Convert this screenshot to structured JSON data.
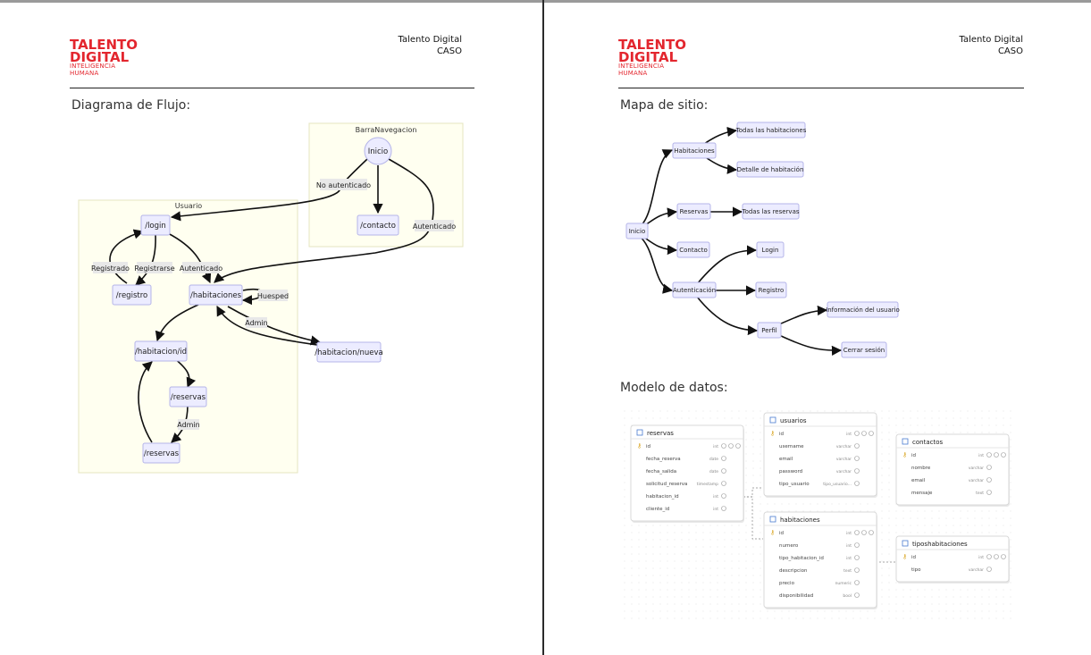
{
  "header": {
    "logo": {
      "line1": "TALENTO",
      "line2": "DIGITAL",
      "line3": "INTELIGENCIA",
      "line4": "HUMANA"
    },
    "company": "Talento Digital",
    "doc": "CASO"
  },
  "left_page": {
    "title": "Diagrama de Flujo:",
    "clusters": {
      "nav": "BarraNavegacion",
      "user": "Usuario"
    },
    "nodes": {
      "inicio": "Inicio",
      "contacto": "/contacto",
      "login": "/login",
      "registro": "/registro",
      "habitaciones": "/habitaciones",
      "habitacion_nueva": "/habitacion/nueva",
      "habitacion_id": "/habitacion/id",
      "reservas1": "/reservas",
      "reservas2": "/reservas"
    },
    "edges": {
      "no_autenticado": "No autenticado",
      "autenticado_nav": "Autenticado",
      "registrado": "Registrado",
      "registrarse": "Registrarse",
      "autenticado_user": "Autenticado",
      "huesped": "Huesped",
      "admin1": "Admin",
      "admin2": "Admin"
    }
  },
  "right_page": {
    "sitemap_title": "Mapa de sitio:",
    "sitemap": {
      "inicio": "Inicio",
      "habitaciones": "Habitaciones",
      "todas_habitaciones": "Todas las habitaciones",
      "detalle_habitacion": "Detalle de habitación",
      "reservas": "Reservas",
      "todas_reservas": "Todas las reservas",
      "contacto": "Contacto",
      "autenticacion": "Autenticación",
      "login": "Login",
      "registro": "Registro",
      "perfil": "Perfil",
      "info_usuario": "Información del usuario",
      "cerrar_sesion": "Cerrar sesión"
    },
    "model_title": "Modelo de datos:",
    "tables": [
      {
        "key": "reservas",
        "name": "reservas",
        "columns": [
          {
            "name": "id",
            "type": "int",
            "pk": true
          },
          {
            "name": "fecha_reserva",
            "type": "date"
          },
          {
            "name": "fecha_salida",
            "type": "date"
          },
          {
            "name": "solicitud_reserva",
            "type": "timestamp"
          },
          {
            "name": "habitacion_id",
            "type": "int"
          },
          {
            "name": "cliente_id",
            "type": "int"
          }
        ]
      },
      {
        "key": "usuarios",
        "name": "usuarios",
        "columns": [
          {
            "name": "id",
            "type": "int",
            "pk": true
          },
          {
            "name": "username",
            "type": "varchar"
          },
          {
            "name": "email",
            "type": "varchar"
          },
          {
            "name": "password",
            "type": "varchar"
          },
          {
            "name": "tipo_usuario",
            "type": "tipo_usuario..."
          }
        ]
      },
      {
        "key": "contactos",
        "name": "contactos",
        "columns": [
          {
            "name": "id",
            "type": "int",
            "pk": true
          },
          {
            "name": "nombre",
            "type": "varchar"
          },
          {
            "name": "email",
            "type": "varchar"
          },
          {
            "name": "mensaje",
            "type": "text"
          }
        ]
      },
      {
        "key": "habitaciones",
        "name": "habitaciones",
        "columns": [
          {
            "name": "id",
            "type": "int",
            "pk": true
          },
          {
            "name": "numero",
            "type": "int"
          },
          {
            "name": "tipo_habitacion_id",
            "type": "int"
          },
          {
            "name": "descripcion",
            "type": "text"
          },
          {
            "name": "precio",
            "type": "numeric"
          },
          {
            "name": "disponibilidad",
            "type": "bool"
          }
        ]
      },
      {
        "key": "tiposhabitaciones",
        "name": "tiposhabitaciones",
        "columns": [
          {
            "name": "id",
            "type": "int",
            "pk": true
          },
          {
            "name": "tipo",
            "type": "varchar"
          }
        ]
      }
    ]
  },
  "colors": {
    "brand": "#e3262e",
    "node_fill": "#ececff",
    "node_stroke": "#9370db",
    "cluster_fill": "#ffffde",
    "cluster_stroke": "#dcdca8"
  }
}
